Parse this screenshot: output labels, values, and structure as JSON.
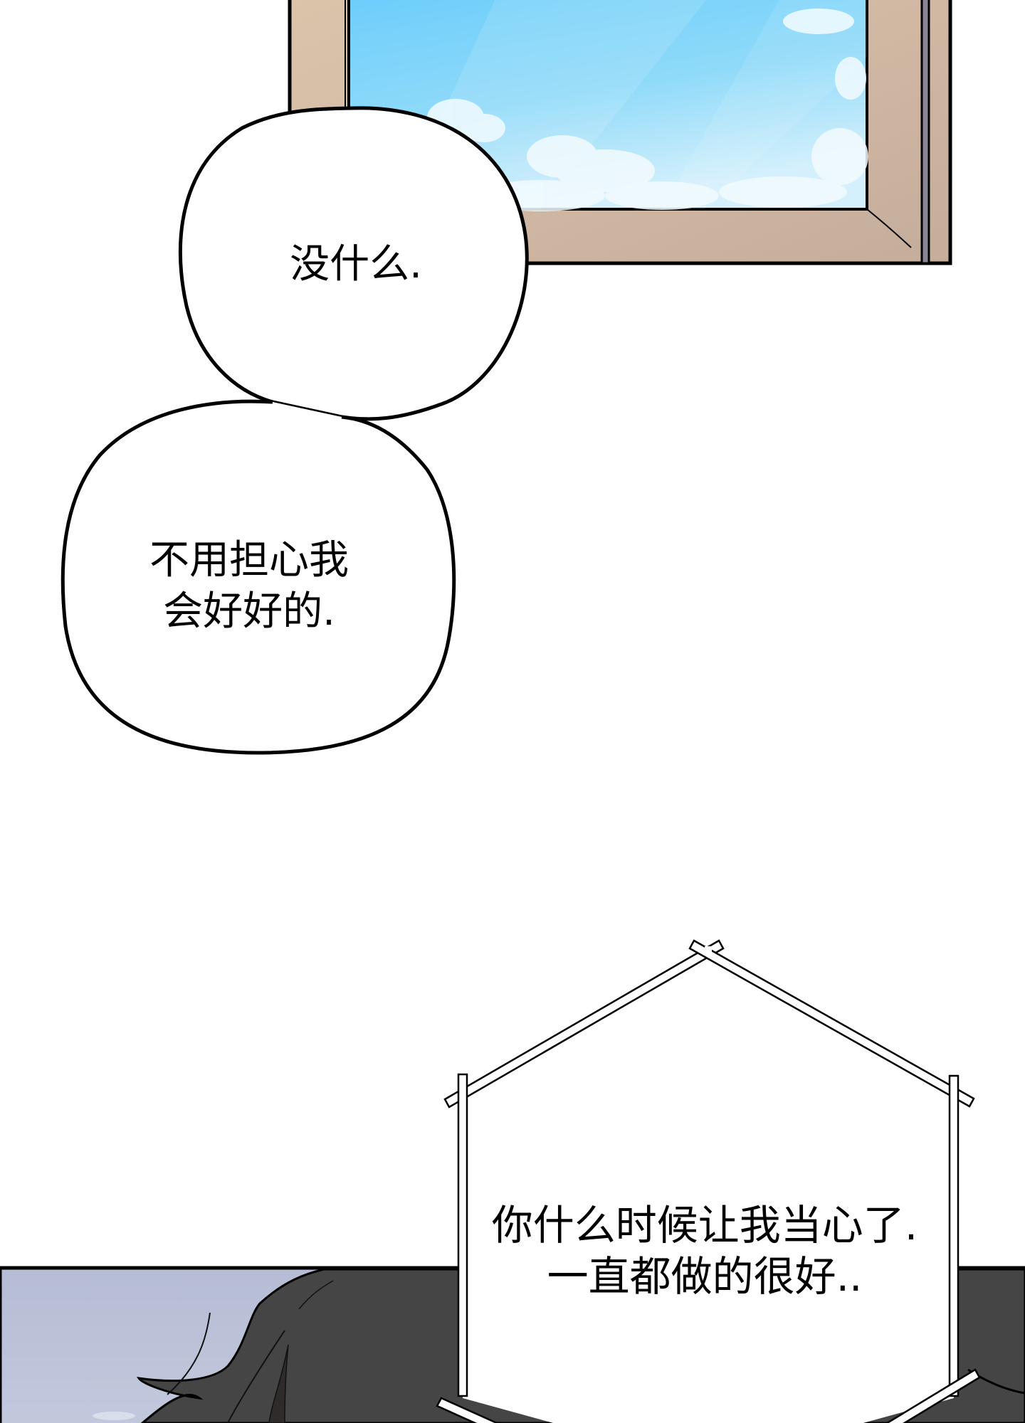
{
  "scene": {
    "type": "comic-panel",
    "background_color": "#ffffff",
    "window": {
      "frame_color": "#d6bea6",
      "frame_shadow_color": "#c4ac98",
      "outline_color": "#000000",
      "sky_top_color": "#6ccdfb",
      "sky_bottom_color": "#c9ecfc",
      "cloud_color": "#f2fbff",
      "inner_track_color": "#8a8494"
    },
    "bottom_panel": {
      "sky_color": "#b8bfd6",
      "hair_color": "#454545",
      "hair_dark_color": "#2f2b2b",
      "right_bg_color": "#4a4c52"
    }
  },
  "dialogue": {
    "bubble1": {
      "shape": "round-speech-bubble",
      "lines": [
        "没什么."
      ]
    },
    "bubble2": {
      "shape": "round-speech-bubble",
      "lines": [
        "不用担心我",
        "会好好的."
      ]
    },
    "hexagon": {
      "shape": "hexagon-thought-box",
      "lines": [
        "你什么时候让我当心了.",
        "一直都做的很好.."
      ]
    }
  }
}
